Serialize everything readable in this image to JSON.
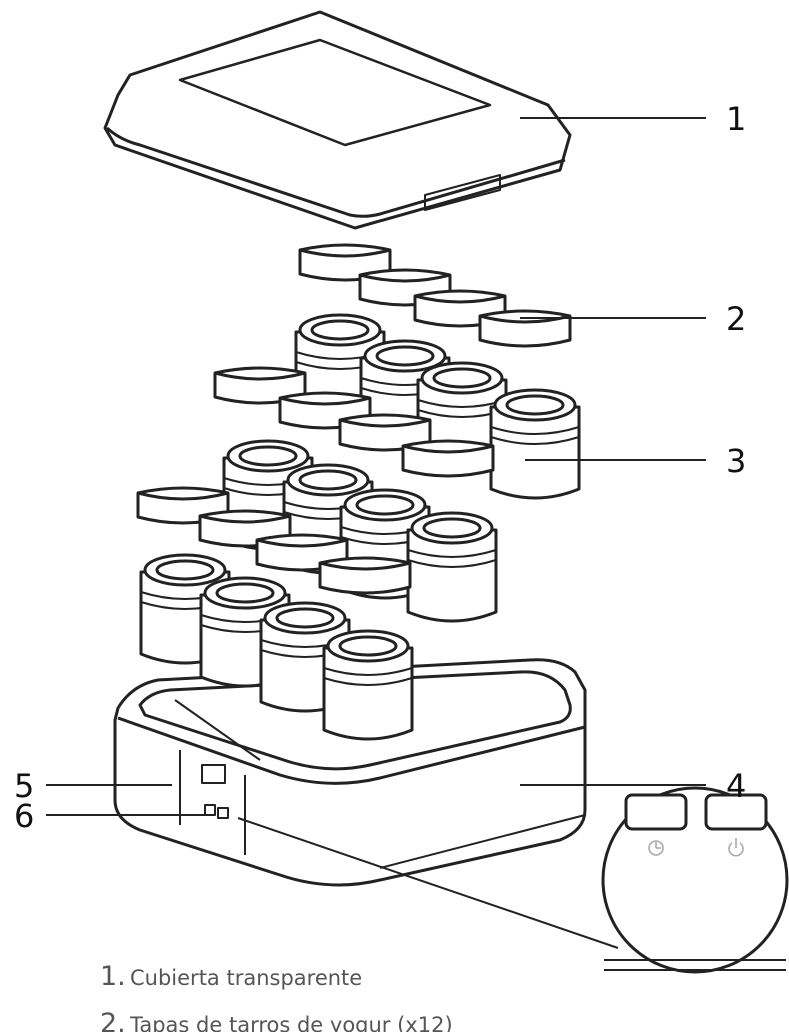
{
  "callouts": [
    {
      "id": 1,
      "label": "1"
    },
    {
      "id": 2,
      "label": "2"
    },
    {
      "id": 3,
      "label": "3"
    },
    {
      "id": 4,
      "label": "4"
    },
    {
      "id": 5,
      "label": "5"
    },
    {
      "id": 6,
      "label": "6"
    }
  ],
  "legend": {
    "items": [
      {
        "num": "1.",
        "text": "Cubierta transparente"
      },
      {
        "num": "2.",
        "text": "Tapas de tarros de yogur (x12)"
      }
    ]
  },
  "colors": {
    "stroke": "#222222",
    "fill": "#ffffff",
    "text": "#555555"
  },
  "icons": [
    "timer-icon",
    "power-icon"
  ]
}
